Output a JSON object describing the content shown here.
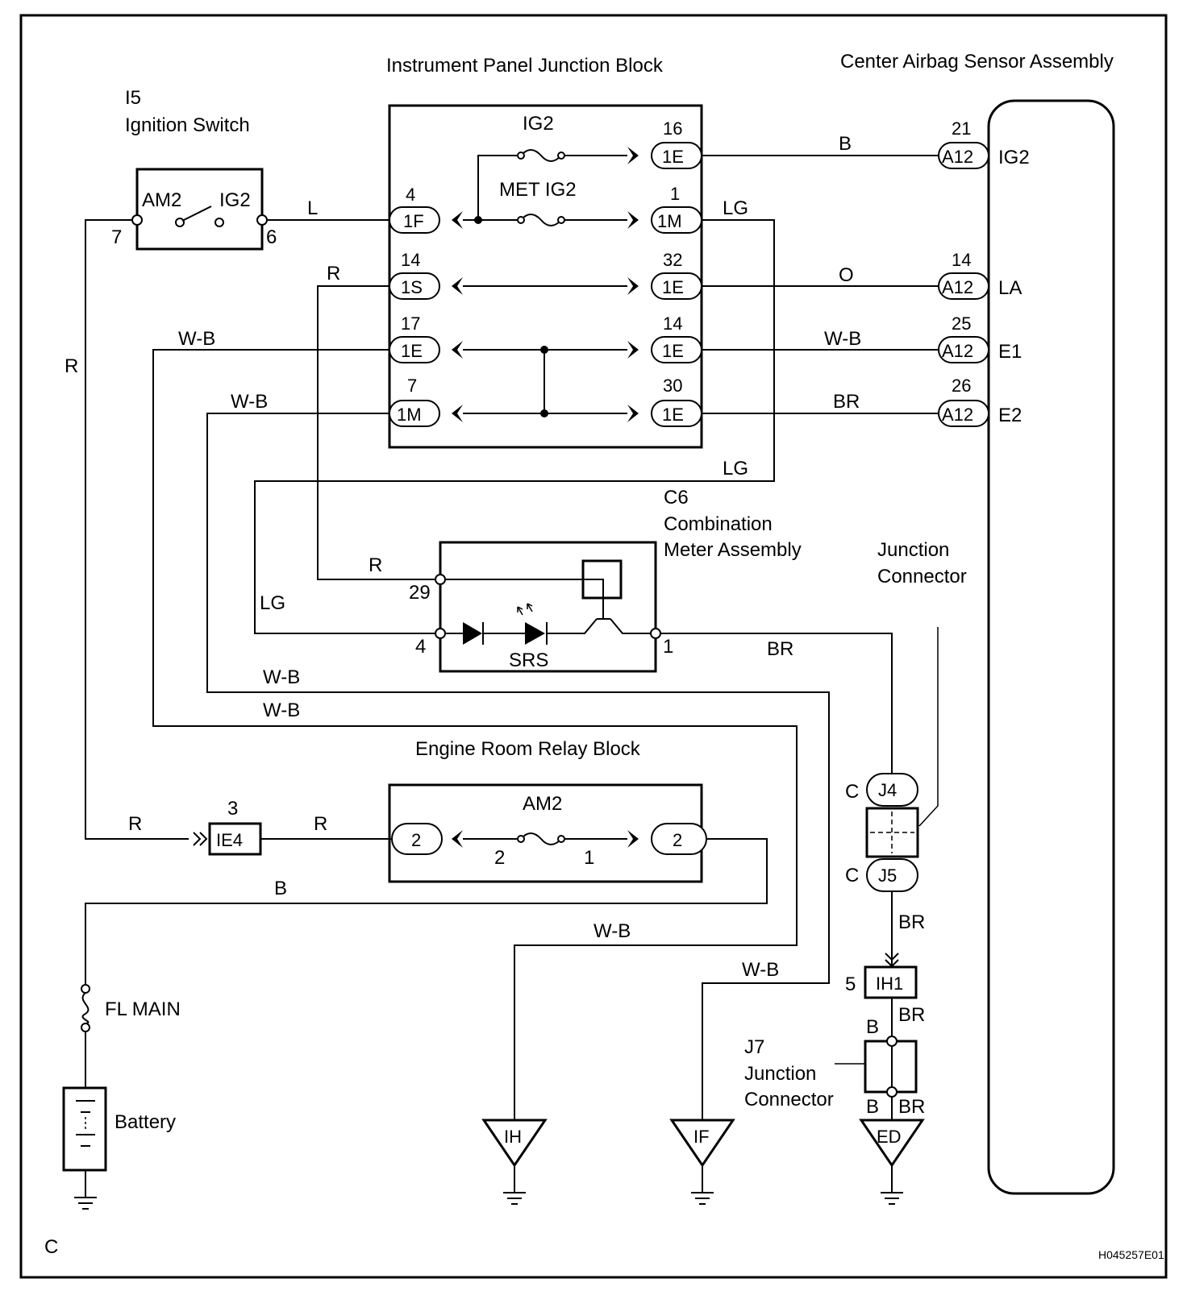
{
  "footer": {
    "page_letter": "C",
    "figure_id": "H045257E01"
  },
  "components": {
    "ignition_switch": {
      "ref": "I5",
      "name": "Ignition Switch",
      "left_term": "AM2",
      "right_term": "IG2",
      "pin_left": "7",
      "pin_right": "6"
    },
    "ip_junction_block": {
      "title": "Instrument Panel Junction Block",
      "fuse_ig2": "IG2",
      "fuse_met": "MET IG2",
      "conn_1F": {
        "pin": "4",
        "name": "1F"
      },
      "conn_1S": {
        "pin": "14",
        "name": "1S"
      },
      "conn_1E_left": {
        "pin": "17",
        "name": "1E"
      },
      "conn_1M_left": {
        "pin": "7",
        "name": "1M"
      },
      "conn_1E_16": {
        "pin": "16",
        "name": "1E"
      },
      "conn_1M_1": {
        "pin": "1",
        "name": "1M"
      },
      "conn_1E_32": {
        "pin": "32",
        "name": "1E"
      },
      "conn_1E_14": {
        "pin": "14",
        "name": "1E"
      },
      "conn_1E_30": {
        "pin": "30",
        "name": "1E"
      }
    },
    "airbag_sensor": {
      "title": "Center Airbag Sensor Assembly",
      "pins": [
        {
          "pin": "21",
          "conn": "A12",
          "term": "IG2"
        },
        {
          "pin": "14",
          "conn": "A12",
          "term": "LA"
        },
        {
          "pin": "25",
          "conn": "A12",
          "term": "E1"
        },
        {
          "pin": "26",
          "conn": "A12",
          "term": "E2"
        }
      ]
    },
    "combination_meter": {
      "ref": "C6",
      "name_line1": "Combination",
      "name_line2": "Meter Assembly",
      "pin_29": "29",
      "pin_4": "4",
      "pin_1": "1",
      "lamp": "SRS"
    },
    "junction_connector_upper": {
      "line1": "Junction",
      "line2": "Connector",
      "j4_prefix": "C",
      "j4": "J4",
      "j5_prefix": "C",
      "j5": "J5"
    },
    "engine_room_relay_block": {
      "title": "Engine Room Relay Block",
      "fuse": "AM2",
      "conn_left": "2",
      "conn_right": "2",
      "fuse_pin_left": "2",
      "fuse_pin_right": "1"
    },
    "ie4": {
      "pin": "3",
      "name": "IE4"
    },
    "ih1": {
      "pin": "5",
      "name": "IH1"
    },
    "j7": {
      "ref": "J7",
      "line1": "Junction",
      "line2": "Connector",
      "top_left": "B",
      "top_right": "BR",
      "bottom_left": "B",
      "bottom_right": "BR"
    },
    "fl_main": "FL MAIN",
    "battery": "Battery",
    "grounds": {
      "ih": "IH",
      "if": "IF",
      "ed": "ED"
    }
  },
  "wires": {
    "l_sw_jb": "L",
    "r_main": "R",
    "r_1s": "R",
    "wb_1e": "W-B",
    "wb_1m": "W-B",
    "b_ig2": "B",
    "lg_1m": "LG",
    "o_la": "O",
    "wb_e1": "W-B",
    "br_e2": "BR",
    "lg_down": "LG",
    "r_meter": "R",
    "lg_meter": "LG",
    "br_meter": "BR",
    "wb_run1": "W-B",
    "wb_run2": "W-B",
    "r_ie4_left": "R",
    "r_ie4_right": "R",
    "b_fl": "B",
    "wb_ih": "W-B",
    "wb_if": "W-B",
    "br_j5": "BR"
  }
}
